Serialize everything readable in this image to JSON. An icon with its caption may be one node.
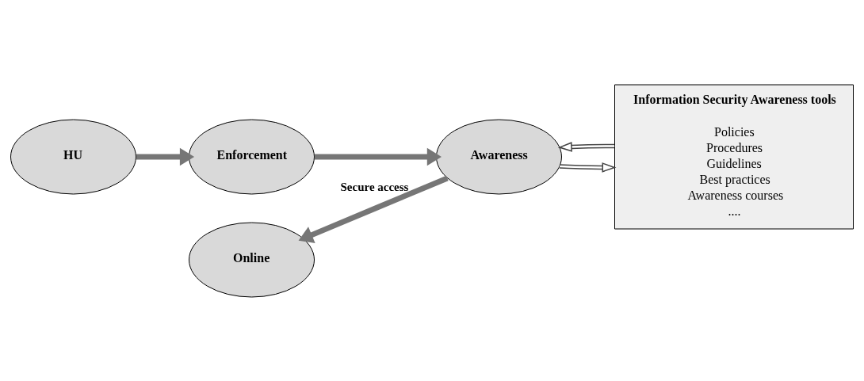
{
  "diagram": {
    "nodes": [
      {
        "text": [
          "HU"
        ]
      },
      {
        "text": [
          "Enforcement"
        ]
      },
      {
        "text": [
          "Awareness"
        ]
      },
      {
        "text": [
          "Online"
        ]
      },
      {
        "text": [
          "Information Security Awareness tools",
          "Policies",
          "Procedures",
          "Guidelines",
          "Best practices",
          "Awareness courses",
          "...."
        ]
      }
    ],
    "edges": [
      {
        "from": 0,
        "to": 1,
        "arrow": "to",
        "color": "#767676"
      },
      {
        "from": 1,
        "to": 2,
        "arrow": "to",
        "color": "#767676"
      },
      {
        "from": 2,
        "to": 3,
        "arrow": "to",
        "color": "#767676",
        "label": "Secure access"
      },
      {
        "from": 2,
        "to": 4,
        "arrow": "to"
      },
      {
        "from": 4,
        "to": 2,
        "arrow": "to"
      }
    ]
  }
}
